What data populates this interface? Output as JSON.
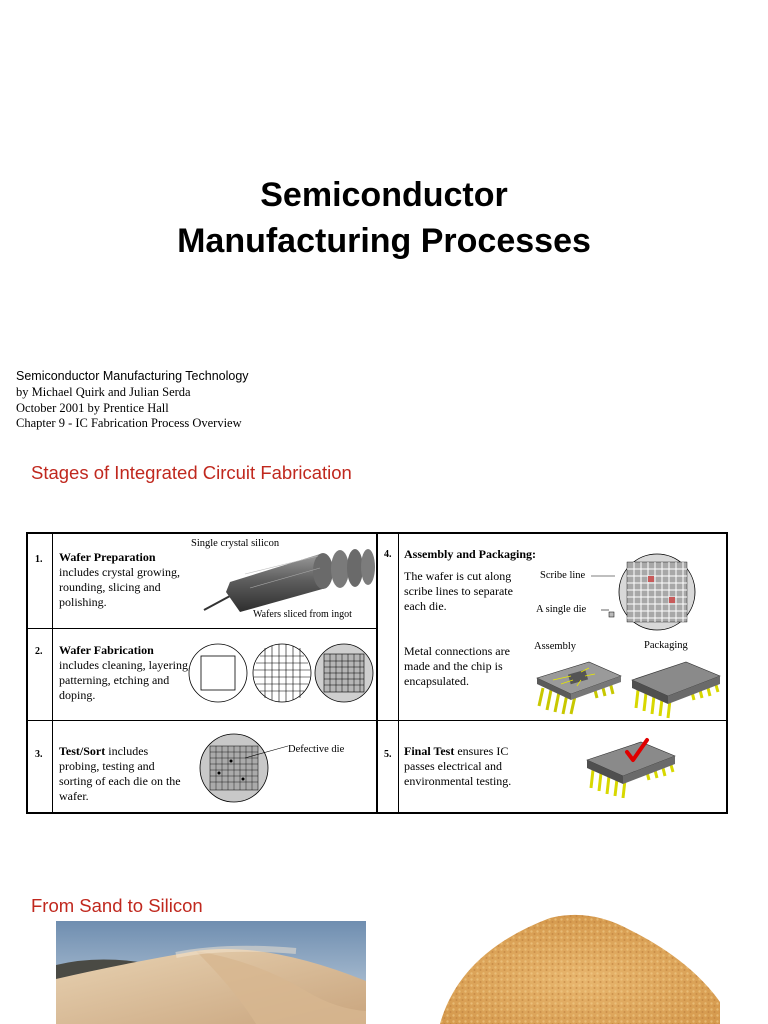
{
  "title": {
    "line1": "Semiconductor",
    "line2": "Manufacturing Processes"
  },
  "book": {
    "title": "Semiconductor Manufacturing Technology",
    "authors": "by Michael Quirk and Julian Serda",
    "date": "October 2001 by Prentice Hall",
    "chapter": "Chapter 9 - IC Fabrication Process  Overview"
  },
  "stages_heading": "Stages of Integrated Circuit Fabrication",
  "stages": [
    {
      "num": "1.",
      "title": "Wafer Preparation",
      "desc": "includes crystal growing, rounding, slicing and polishing.",
      "labels": [
        "Single crystal silicon",
        "Wafers sliced from ingot"
      ]
    },
    {
      "num": "2.",
      "title": "Wafer Fabrication",
      "desc": "includes cleaning, layering, patterning, etching and doping.",
      "labels": []
    },
    {
      "num": "3.",
      "title": "Test/Sort",
      "desc": "includes probing, testing and sorting of each die on the wafer.",
      "labels": [
        "Defective die"
      ]
    },
    {
      "num": "4.",
      "title": "Assembly and Packaging:",
      "desc": "The wafer is cut along scribe lines to separate each die.",
      "desc2": "Metal connections are made and the chip is encapsulated.",
      "labels": [
        "Scribe line",
        "A single die",
        "Assembly",
        "Packaging"
      ]
    },
    {
      "num": "5.",
      "title": "Final Test",
      "desc": "ensures IC passes electrical and environmental testing.",
      "labels": []
    }
  ],
  "sand_heading": "From Sand to Silicon",
  "colors": {
    "heading_red": "#c0281e",
    "chip_body": "#6e6e6e",
    "chip_pins": "#e8e800",
    "check_mark": "#e00000"
  }
}
